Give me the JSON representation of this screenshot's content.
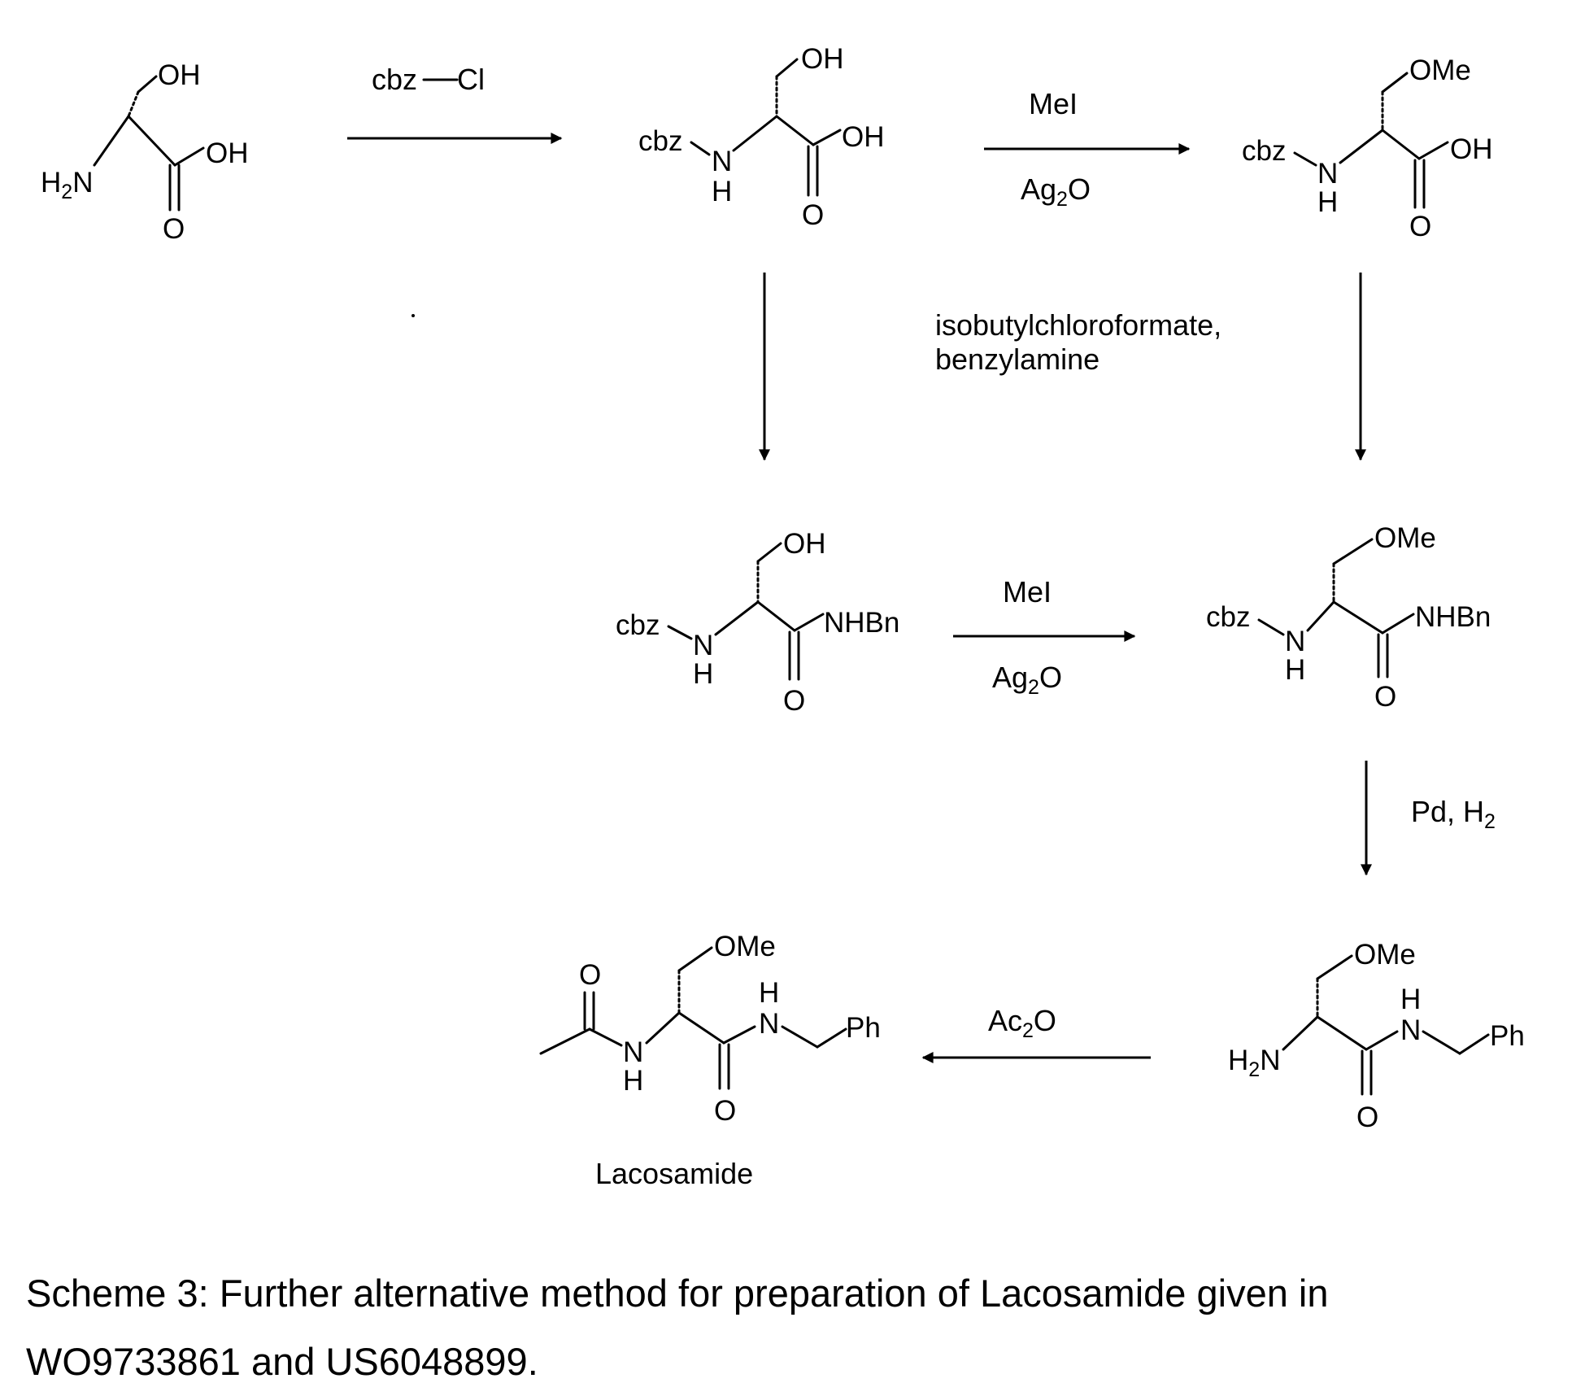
{
  "scheme": {
    "reagents": {
      "step1": "cbz",
      "step1_cl": "Cl",
      "step2_top": "MeI",
      "step2_bottom": "Ag",
      "step2_bottom_sub": "2",
      "step2_bottom_end": "O",
      "amide_line1": "isobutylchloroformate,",
      "amide_line2": "benzylamine",
      "step3_top": "MeI",
      "step3_bottom": "Ag",
      "step3_bottom_sub": "2",
      "step3_bottom_end": "O",
      "step4": "Pd, H",
      "step4_sub": "2",
      "step5": "Ac",
      "step5_sub": "2",
      "step5_end": "O"
    },
    "atoms": {
      "oh": "OH",
      "h2n": "H",
      "h2n_sub": "2",
      "n": "N",
      "h": "H",
      "o": "O",
      "cbz": "cbz",
      "ome": "OMe",
      "nhbn": "NHBn",
      "ph": "Ph"
    },
    "product_name": "Lacosamide"
  },
  "caption": "Scheme 3: Further alternative method for preparation of Lacosamide given in WO9733861 and US6048899."
}
